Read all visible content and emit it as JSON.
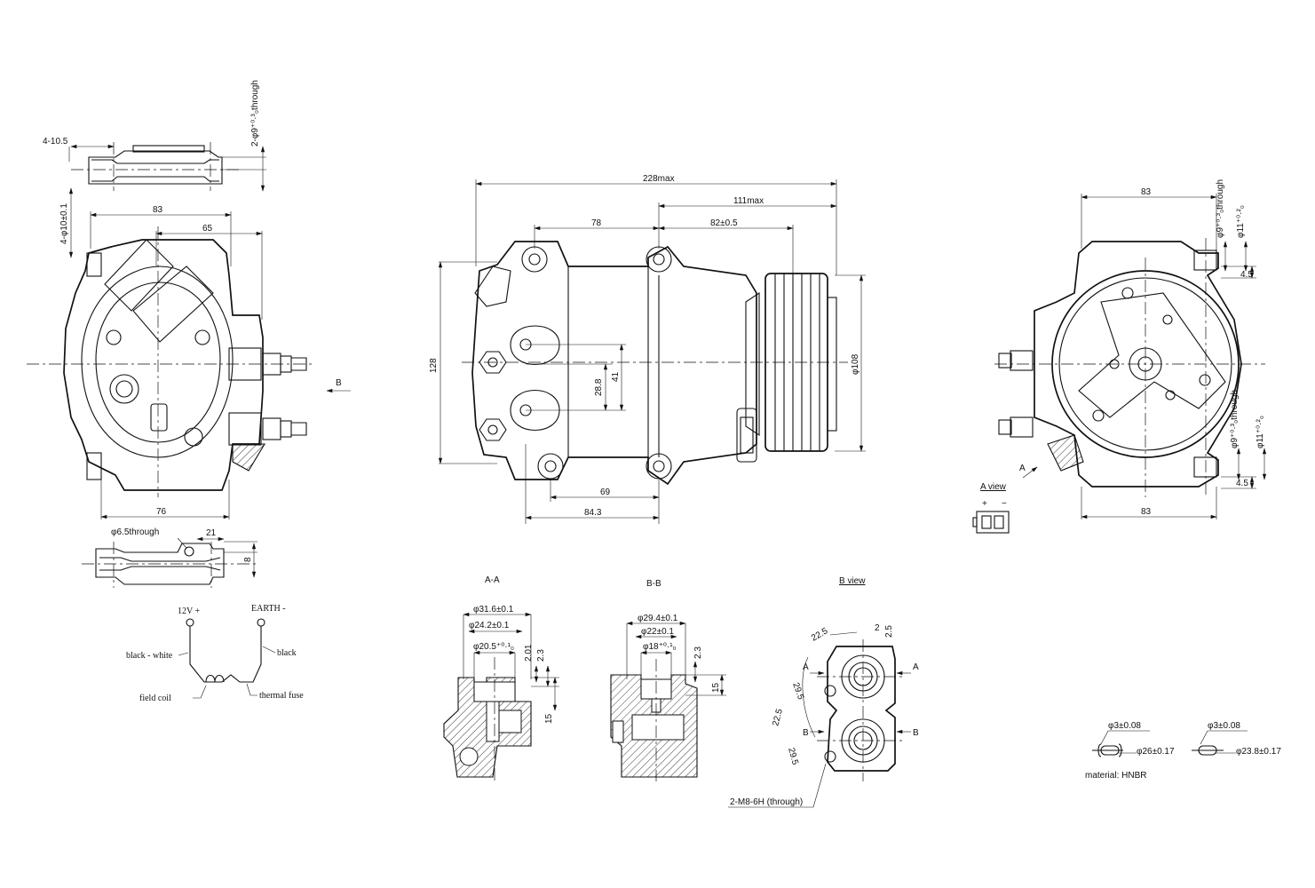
{
  "views": {
    "left_bracket_top": {
      "dim_4_10_5": "4-10.5",
      "hole_spec": "2-φ9⁺⁰·³₀through"
    },
    "front_view": {
      "dim_83": "83",
      "dim_65": "65",
      "dim_76": "76",
      "dim_4_10": "4-φ10±0.1",
      "label_B": "B"
    },
    "left_bracket_bottom": {
      "hole": "φ6.5through",
      "dim_21": "21",
      "dim_8": "8"
    },
    "side_view": {
      "dim_228": "228max",
      "dim_111": "111max",
      "dim_78": "78",
      "dim_82": "82±0.5",
      "dim_128": "128",
      "dim_108": "φ108",
      "dim_28_8": "28.8",
      "dim_41": "41",
      "dim_69": "69",
      "dim_84_3": "84.3"
    },
    "rear_view": {
      "dim_83_top": "83",
      "dim_83_bottom": "83",
      "hole_top": "φ9⁺⁰·³₀through",
      "dia_11_top": "φ11⁺⁰·²₀",
      "hole_bottom": "φ9⁺⁰·³₀through",
      "dia_11_bottom": "φ11⁺⁰·²₀",
      "dim_4_5_top": "4.5",
      "dim_4_5_bottom": "4.5",
      "label_A": "A"
    },
    "a_view": {
      "title": "A view",
      "plus": "+",
      "minus": "−"
    }
  },
  "wiring": {
    "v12": "12V +",
    "earth": "EARTH -",
    "black_white": "black - white",
    "black": "black",
    "field_coil": "field coil",
    "thermal_fuse": "thermal fuse"
  },
  "sections": {
    "aa": {
      "title": "A-A",
      "d1": "φ31.6±0.1",
      "d2": "φ24.2±0.1",
      "d3": "φ20.5⁺⁰·¹₀",
      "h1": "2.01",
      "h2": "2.3",
      "h3": "15"
    },
    "bb": {
      "title": "B-B",
      "d1": "φ29.4±0.1",
      "d2": "φ22±0.1",
      "d3": "φ18⁺⁰·¹₀",
      "h1": "2.3",
      "h2": "15"
    }
  },
  "b_view": {
    "title": "B view",
    "a1": "22.5",
    "a2": "2",
    "a3": "2.5",
    "a4": "29.5",
    "a5": "22.5",
    "a6": "29.5",
    "mark_A": "A",
    "mark_B": "B",
    "thread": "2-M8-6H (through)"
  },
  "orings": {
    "o1_cs": "φ3±0.08",
    "o1_id": "φ26±0.17",
    "o2_cs": "φ3±0.08",
    "o2_id": "φ23.8±0.17",
    "material": "material: HNBR"
  }
}
